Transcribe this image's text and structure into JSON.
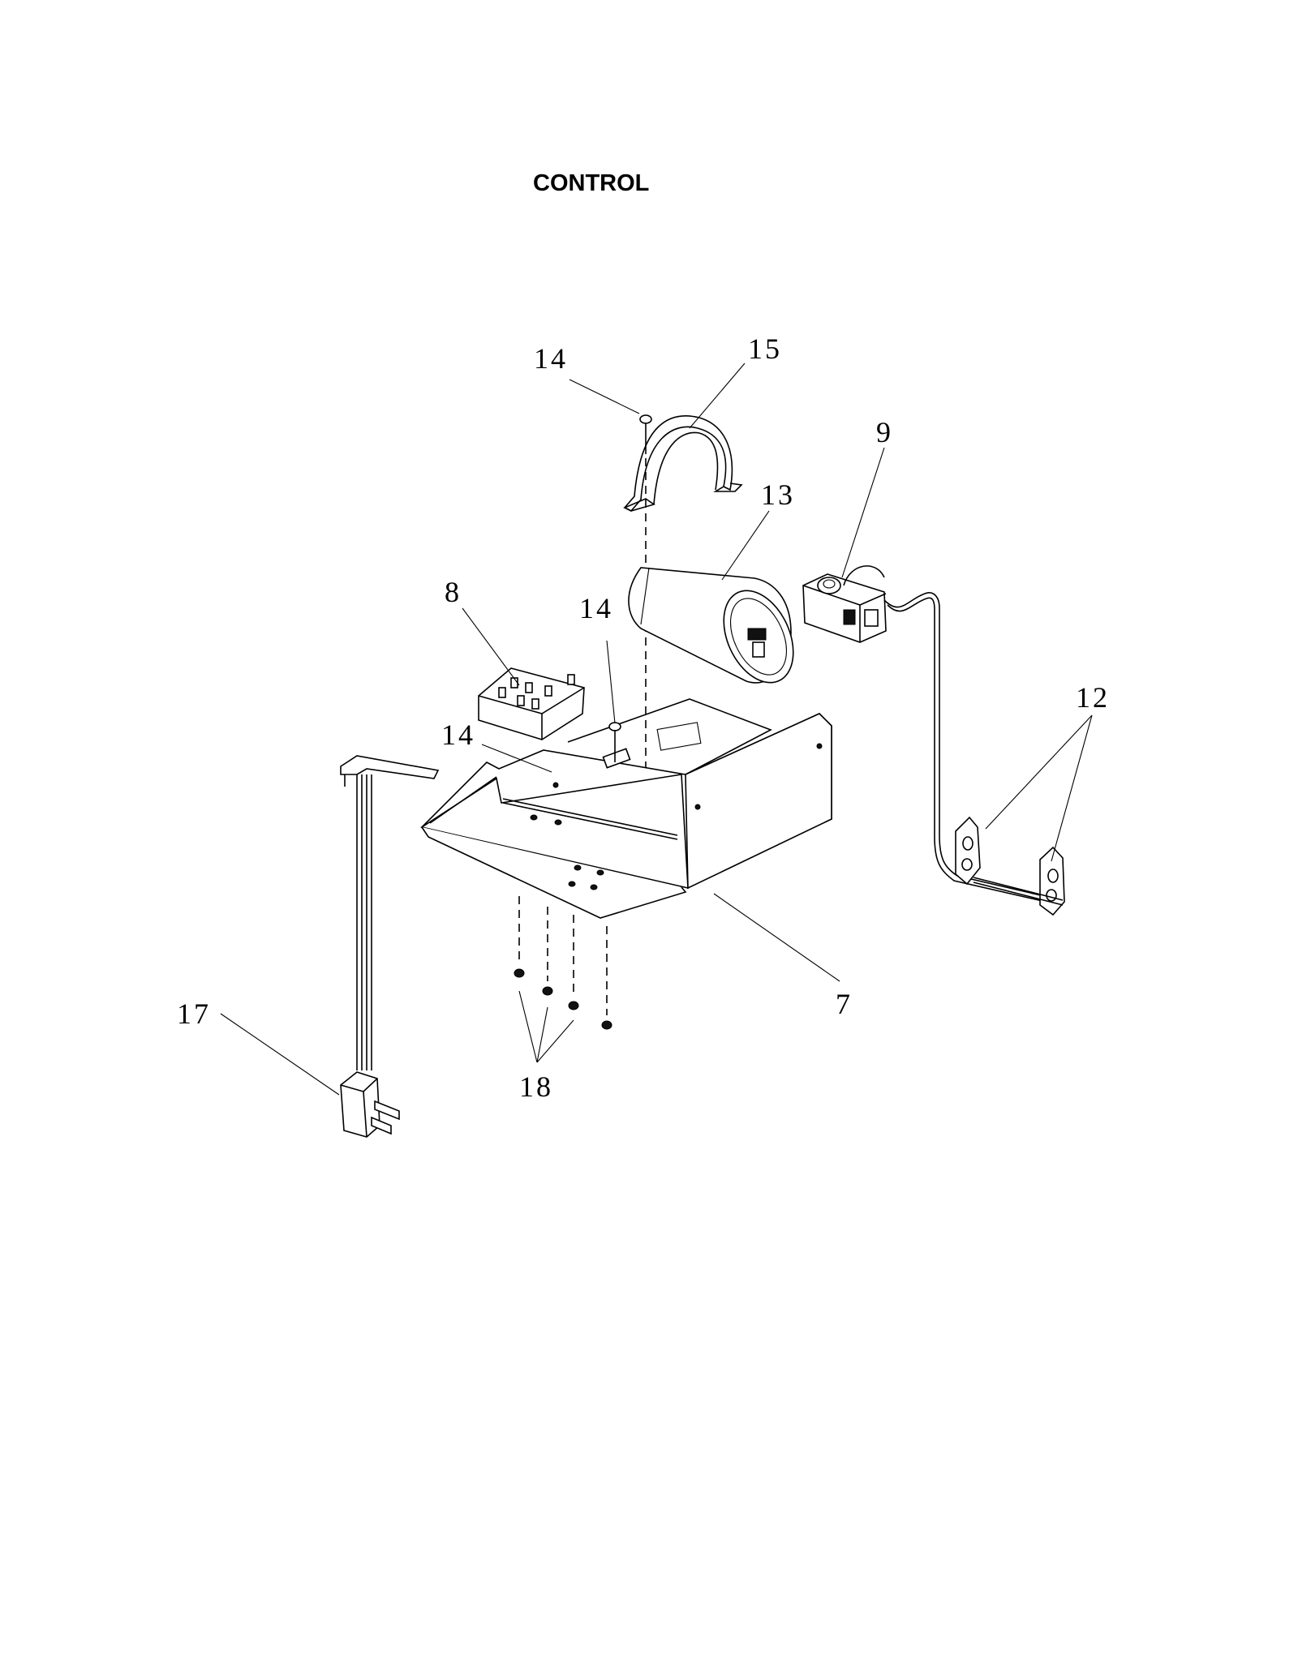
{
  "title": "CONTROL",
  "callouts": {
    "c14a": "14",
    "c15": "15",
    "c9": "9",
    "c13": "13",
    "c8": "8",
    "c14b": "14",
    "c12": "12",
    "c14c": "14",
    "c7": "7",
    "c17": "17",
    "c18": "18"
  }
}
